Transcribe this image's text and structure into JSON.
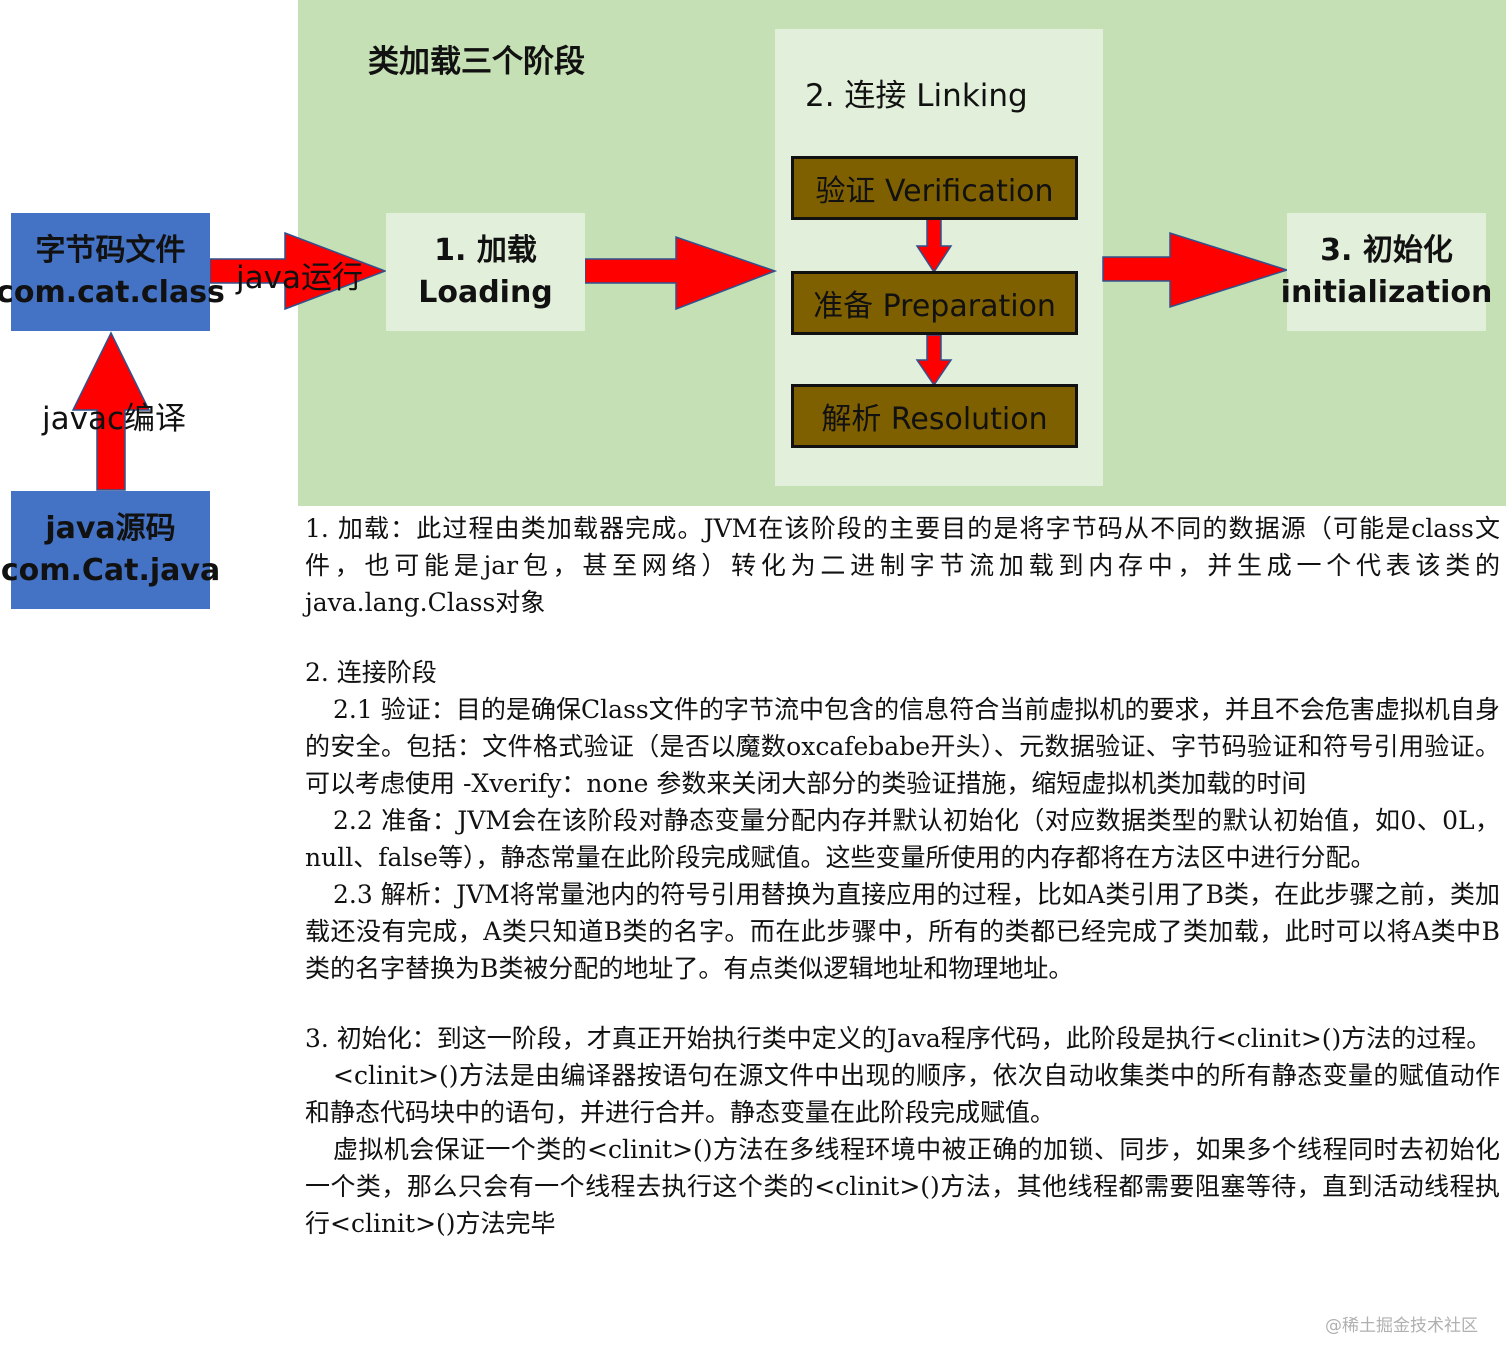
{
  "panel": {
    "title": "类加载三个阶段"
  },
  "bytecode": {
    "line1": "字节码文件",
    "line2": "com.cat.class"
  },
  "source": {
    "line1": "java源码",
    "line2": "com.Cat.java"
  },
  "compile_label": "javac编译",
  "run_label": "java运行",
  "loading": {
    "line1": "1. 加载",
    "line2": "Loading"
  },
  "linking": {
    "title": "2. 连接 Linking",
    "steps": [
      "验证 Verification",
      "准备 Preparation",
      "解析 Resolution"
    ]
  },
  "init": {
    "line1": "3. 初始化",
    "line2": "initialization"
  },
  "description": {
    "p1": "1. 加载：此过程由类加载器完成。JVM在该阶段的主要目的是将字节码从不同的数据源（可能是class文件，也可能是jar包，甚至网络）转化为二进制字节流加载到内存中，并生成一个代表该类的java.lang.Class对象",
    "p2": "2. 连接阶段",
    "p3": "2.1 验证：目的是确保Class文件的字节流中包含的信息符合当前虚拟机的要求，并且不会危害虚拟机自身的安全。包括：文件格式验证（是否以魔数oxcafebabe开头）、元数据验证、字节码验证和符号引用验证。可以考虑使用 -Xverify：none 参数来关闭大部分的类验证措施，缩短虚拟机类加载的时间",
    "p4": "2.2 准备：JVM会在该阶段对静态变量分配内存并默认初始化（对应数据类型的默认初始值，如0、0L，null、false等），静态常量在此阶段完成赋值。这些变量所使用的内存都将在方法区中进行分配。",
    "p5": "2.3 解析：JVM将常量池内的符号引用替换为直接应用的过程，比如A类引用了B类，在此步骤之前，类加载还没有完成，A类只知道B类的名字。而在此步骤中，所有的类都已经完成了类加载，此时可以将A类中B类的名字替换为B类被分配的地址了。有点类似逻辑地址和物理地址。",
    "p6": "3. 初始化：到这一阶段，才真正开始执行类中定义的Java程序代码，此阶段是执行<clinit>()方法的过程。",
    "p7": "<clinit>()方法是由编译器按语句在源文件中出现的顺序，依次自动收集类中的所有静态变量的赋值动作和静态代码块中的语句，并进行合并。静态变量在此阶段完成赋值。",
    "p8": "虚拟机会保证一个类的<clinit>()方法在多线程环境中被正确的加锁、同步，如果多个线程同时去初始化一个类，那么只会有一个线程去执行这个类的<clinit>()方法，其他线程都需要阻塞等待，直到活动线程执行<clinit>()方法完毕"
  },
  "watermark": "@稀土掘金技术社区",
  "colors": {
    "panel": "#c5e0b4",
    "stage": "#e2efda",
    "blue": "#4472c4",
    "step": "#7f6000",
    "arrow": "#ff0000"
  }
}
